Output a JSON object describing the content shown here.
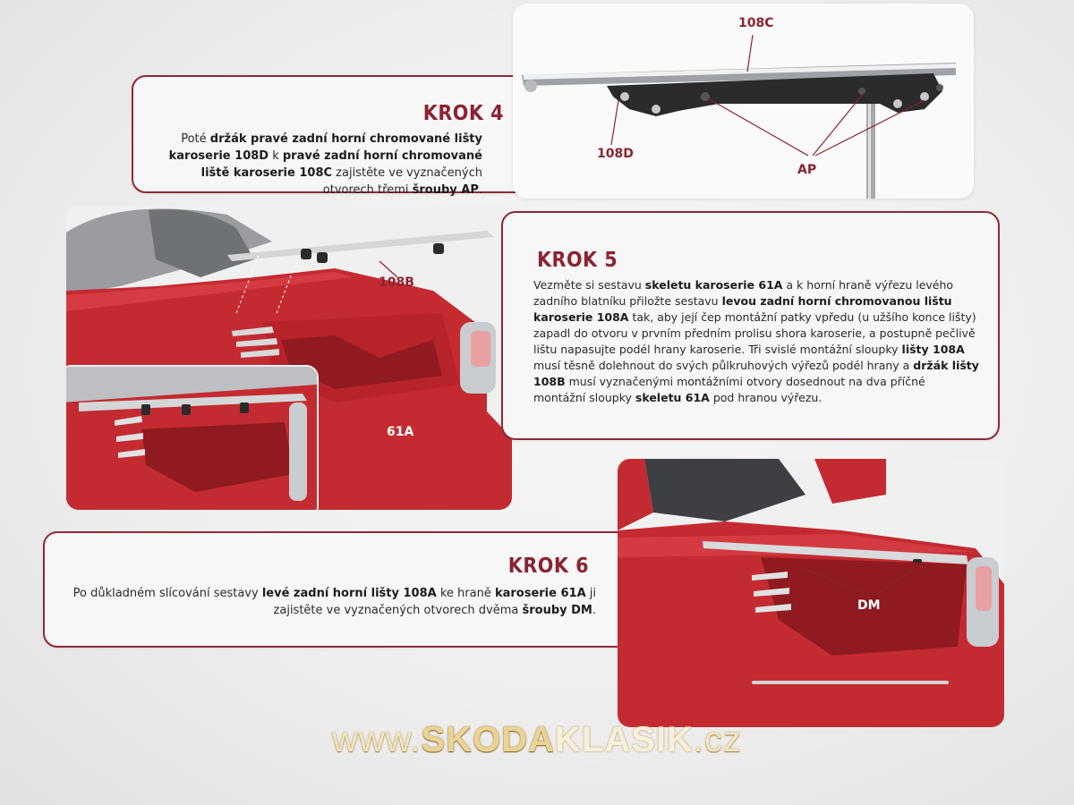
{
  "step4": {
    "heading": "KROK 4",
    "text": "Poté <b>držák pravé zadní horní chromované lišty karoserie 108D</b> k <b>pravé zadní horní chromované liště karoserie 108C</b> zajistěte ve vyznačených otvorech třemi <b>šrouby AP</b>.",
    "labels": {
      "top": "108C",
      "left": "108D",
      "bottom": "AP"
    }
  },
  "step5": {
    "heading": "KROK 5",
    "text": "Vezměte si sestavu <b>skeletu karoserie 61A</b> a k horní hraně výřezu levého zadního blatníku přiložte sestavu <b>levou zadní horní chromovanou lištu karoserie 108A</b> tak, aby její čep montážní patky vpředu (u užšího konce lišty) zapadl do otvoru v prvním předním prolisu shora karoserie, a postupně pečlivě lištu napasujte podél hrany karoserie. Tři svislé montážní sloupky <b>lišty 108A</b> musí těsně dolehnout do svých půlkruhových výřezů podél hrany a <b>držák lišty 108B</b> musí vyznačenými montážními otvory dosednout na dva příčné montážní sloupky <b>skeletu 61A</b> pod hranou výřezu.",
    "labels": {
      "part_b": "108B",
      "part_body": "61A"
    }
  },
  "step6": {
    "heading": "KROK 6",
    "text": "Po důkladném slícování sestavy <b>levé zadní horní lišty 108A</b> ke hraně <b>karoserie 61A</b> ji zajistěte ve vyznačených otvorech dvěma <b>šrouby DM</b>.",
    "labels": {
      "screws": "DM"
    }
  },
  "watermark": {
    "prefix": "www.",
    "brand_a": "SKODA",
    "brand_b": "KLASIK",
    "suffix": ".cz"
  },
  "colors": {
    "accent": "#8b2330",
    "car_red": "#c0282e",
    "chrome": "#c9ccd0"
  }
}
